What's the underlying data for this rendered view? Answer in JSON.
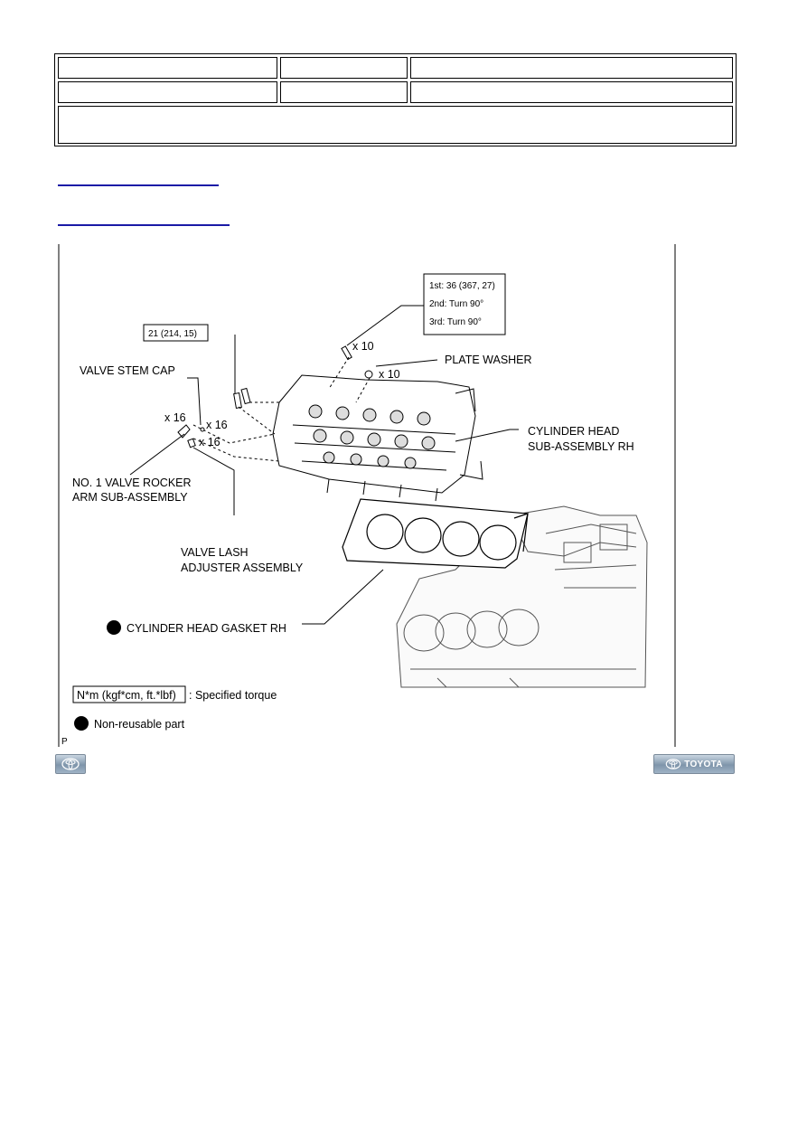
{
  "figure": {
    "torque_box_main": {
      "line1": "1st: 36 (367, 27)",
      "line2": "2nd: Turn 90°",
      "line3": "3rd: Turn 90°"
    },
    "torque_box_small": "21 (214, 15)",
    "labels": {
      "valve_stem_cap": "VALVE STEM CAP",
      "plate_washer": "PLATE WASHER",
      "cyl_head_1": "CYLINDER HEAD",
      "cyl_head_2": "SUB-ASSEMBLY RH",
      "rocker_1": "NO. 1 VALVE ROCKER",
      "rocker_2": "ARM SUB-ASSEMBLY",
      "lash_1": "VALVE LASH",
      "lash_2": "ADJUSTER ASSEMBLY",
      "gasket": "CYLINDER HEAD GASKET RH"
    },
    "quantities": {
      "bolt_count": "x 10",
      "washer_count": "x 10",
      "rocker_count": "x 16",
      "cap_count": "x 16",
      "lash_count": "x 16"
    },
    "legend": {
      "torque_unit": "N*m (kgf*cm, ft.*lbf)",
      "torque_text": ": Specified torque",
      "nonreusable_text": "Non-reusable part"
    },
    "corner_code": "P"
  },
  "nav": {
    "right_label": "TOYOTA"
  }
}
